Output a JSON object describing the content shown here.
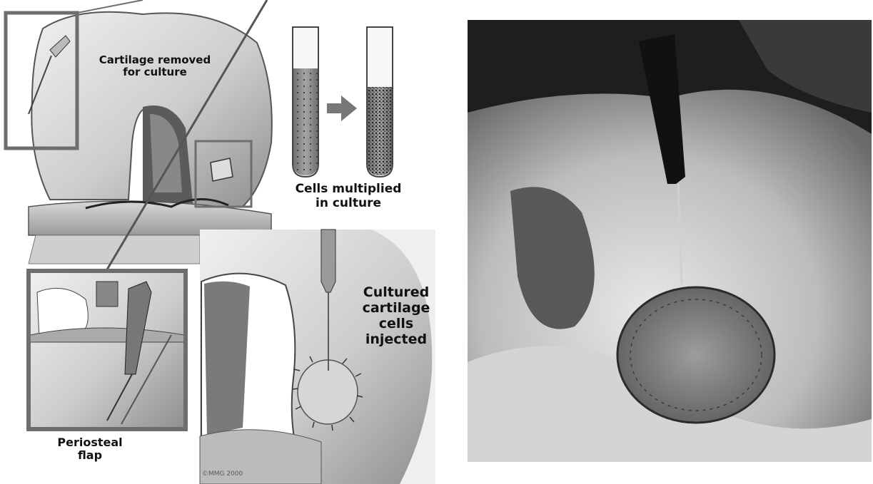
{
  "illustration": {
    "labels": {
      "cartilage_removed_line1": "Cartilage removed",
      "cartilage_removed_line2": "for culture",
      "cells_multiplied_line1": "Cells multiplied",
      "cells_multiplied_line2": "in culture",
      "cultured_injected_line1": "Cultured",
      "cultured_injected_line2": "cartilage",
      "cultured_injected_line3": "cells",
      "cultured_injected_line4": "injected",
      "periosteal_line1": "Periosteal",
      "periosteal_line2": "flap",
      "copyright": "©MMG 2000"
    },
    "colors": {
      "bone": "#cfcfcf",
      "bone_shadow": "#9a9a9a",
      "frame": "#6e6e6e",
      "tube_fluid": "#8c8c8c",
      "dark": "#2a2a2a"
    }
  },
  "photo": {
    "alt": "surgical photo of knee cartilage repair with sutured periosteal patch"
  }
}
